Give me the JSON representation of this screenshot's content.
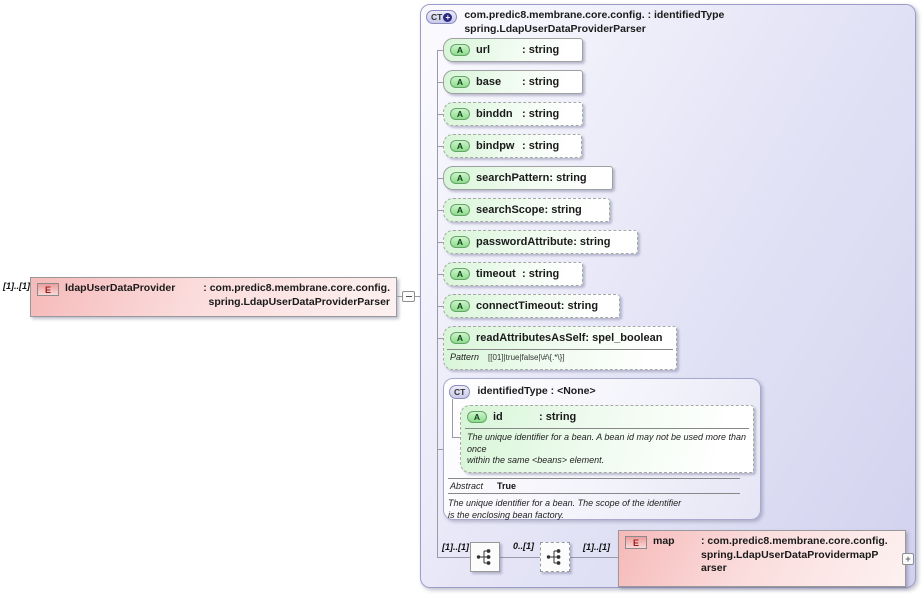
{
  "root_element": {
    "cardinality": "[1]..[1]",
    "icon_label": "E",
    "name": "ldapUserDataProvider",
    "type": ": com.predic8.membrane.core.config.\nspring.LdapUserDataProviderParser"
  },
  "complex_type": {
    "icon_label": "CT",
    "expand_badge": "+",
    "attr_icon_label": "A",
    "title": "com.predic8.membrane.core.config. : identifiedType\nspring.LdapUserDataProviderParser",
    "attributes": [
      {
        "name": "url",
        "type": ": string",
        "required": true
      },
      {
        "name": "base",
        "type": ": string",
        "required": true
      },
      {
        "name": "binddn",
        "type": ": string",
        "required": false
      },
      {
        "name": "bindpw",
        "type": ": string",
        "required": false
      },
      {
        "name": "searchPattern",
        "type": ": string",
        "required": true
      },
      {
        "name": "searchScope",
        "type": ": string",
        "required": false
      },
      {
        "name": "passwordAttribute",
        "type": ": string",
        "required": false
      },
      {
        "name": "timeout",
        "type": ": string",
        "required": false
      },
      {
        "name": "connectTimeout",
        "type": ": string",
        "required": false
      },
      {
        "name": "readAttributesAsSelf",
        "type": ": spel_boolean",
        "required": false,
        "facet_label": "Pattern",
        "facet_value": "[[01]|true|false|\\#\\{.*\\}]"
      }
    ],
    "nested_type": {
      "icon_label": "CT",
      "title": "identifiedType : <None>",
      "attribute": {
        "name": "id",
        "type": ": string",
        "doc": "The unique identifier for a bean. A bean id may not be used more than\nonce\nwithin the same <beans> element."
      },
      "abstract_label": "Abstract",
      "abstract_value": "True",
      "doc": "The unique identifier for a bean. The scope of the identifier\nis the enclosing bean factory."
    },
    "content_model": {
      "cardinality_1": "[1]..[1]",
      "cardinality_2": "0..[1]",
      "cardinality_3": "[1]..[1]",
      "expand_glyph": "+",
      "map_element": {
        "icon_label": "E",
        "name": "map",
        "type": ": com.predic8.membrane.core.config.\nspring.LdapUserDataProvidermapP\narser"
      }
    }
  }
}
